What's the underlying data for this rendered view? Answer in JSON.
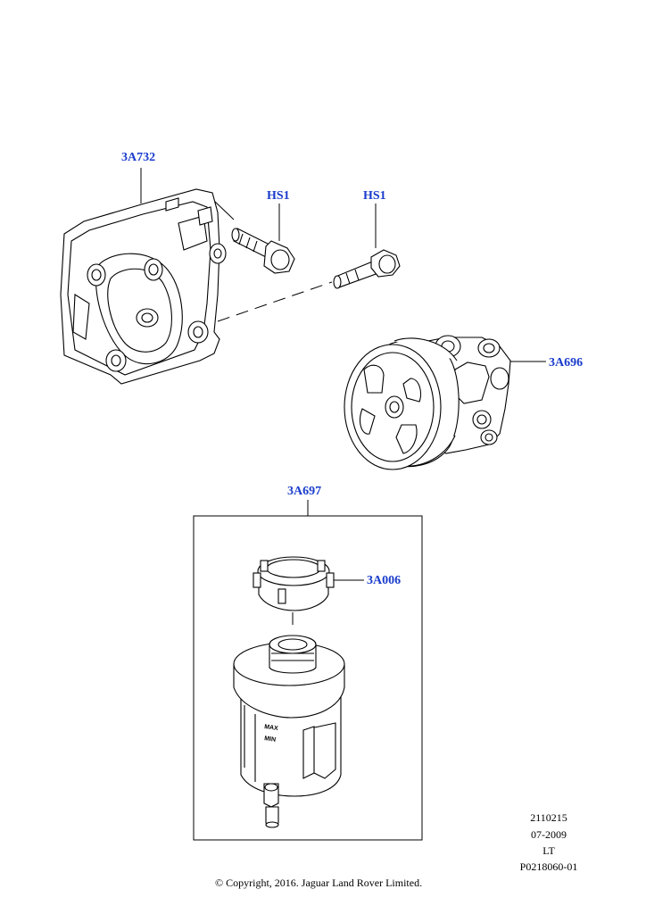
{
  "callouts": {
    "bracket": "3A732",
    "bolt_1": "HS1",
    "bolt_2": "HS1",
    "pump": "3A696",
    "reservoir_assembly": "3A697",
    "cap": "3A006"
  },
  "reservoir_markings": {
    "max": "MAX",
    "min": "MIN"
  },
  "footer": {
    "code": "2110215",
    "date": "07-2009",
    "suffix": "LT",
    "illustration_id": "P0218060-01",
    "copyright": "© Copyright, 2016. Jaguar Land Rover Limited."
  },
  "colors": {
    "callout": "#1a3ccc",
    "line": "#000000",
    "background": "#ffffff"
  }
}
